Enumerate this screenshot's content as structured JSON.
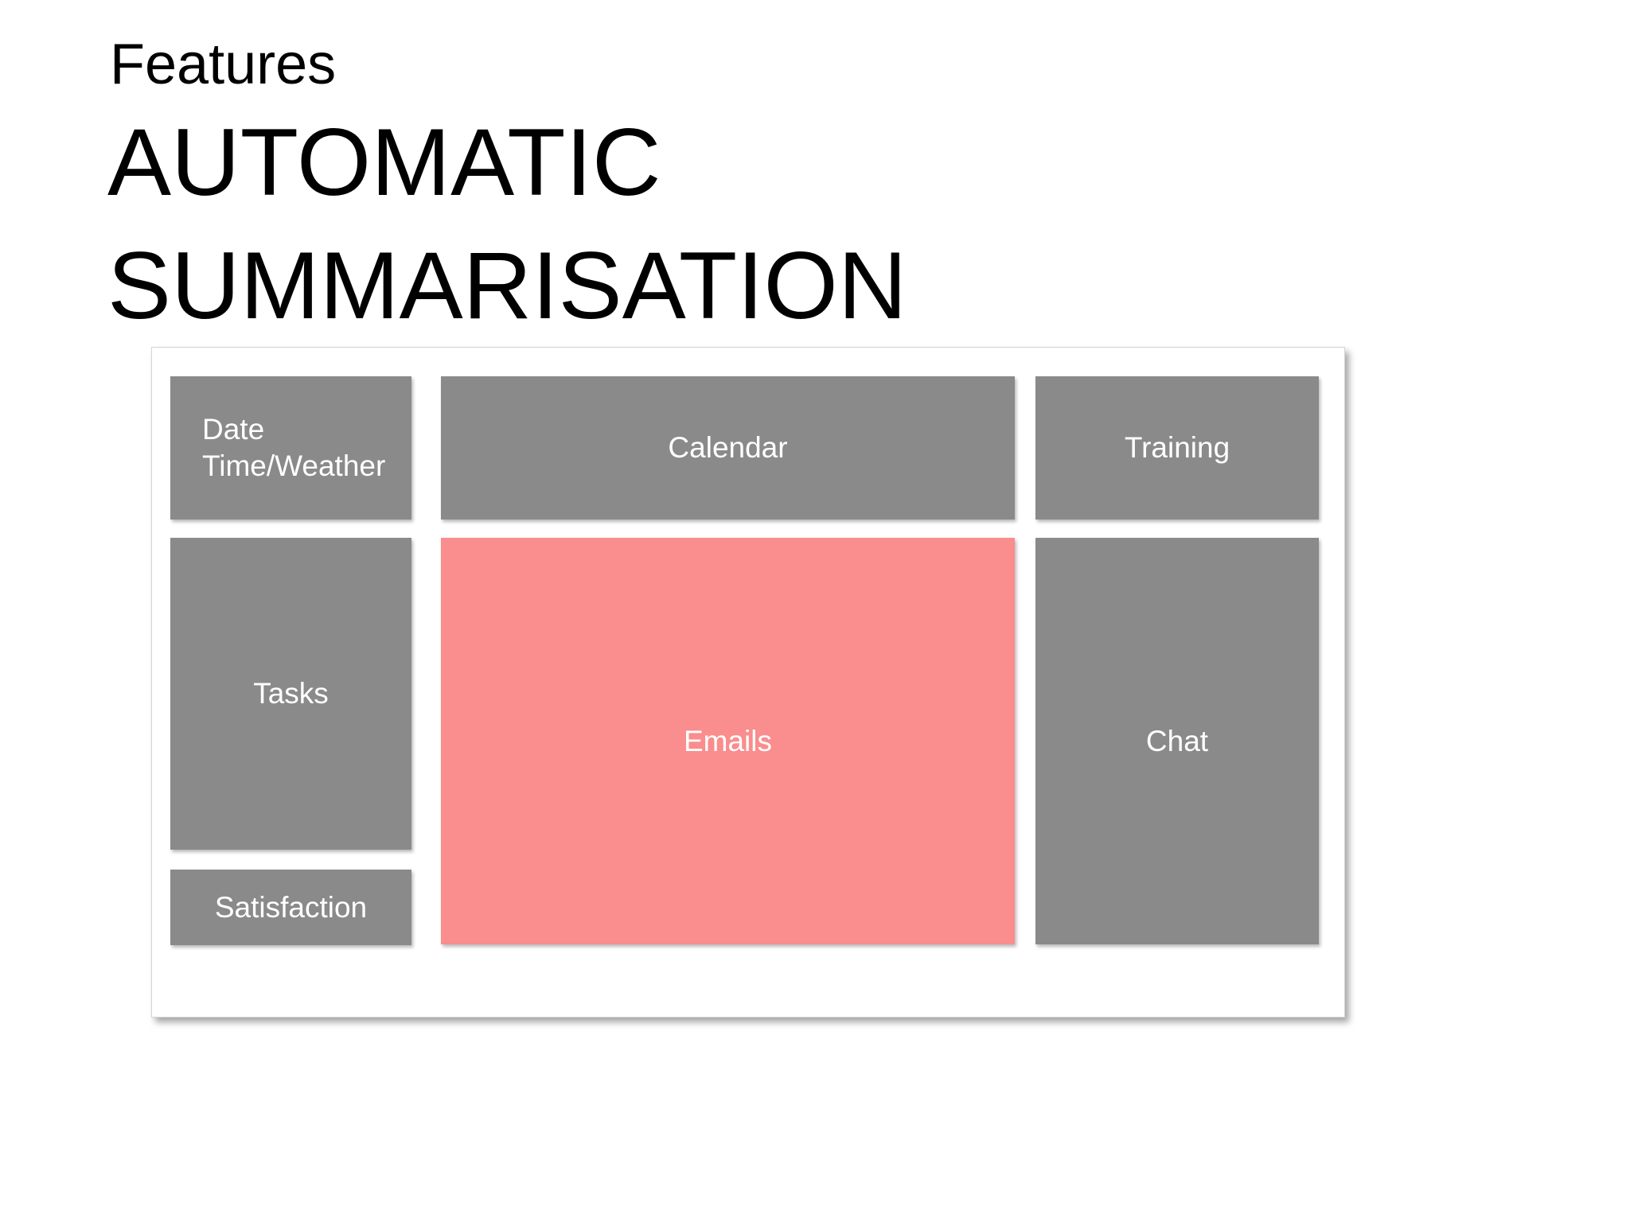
{
  "slide": {
    "kicker": "Features",
    "title_line1": "AUTOMATIC",
    "title_line2": "SUMMARISATION"
  },
  "mockup": {
    "tiles": [
      {
        "id": "date-time-weather",
        "label_line1": "Date",
        "label_line2": "Time/Weather"
      },
      {
        "id": "calendar",
        "label": "Calendar"
      },
      {
        "id": "training",
        "label": "Training"
      },
      {
        "id": "tasks",
        "label": "Tasks"
      },
      {
        "id": "emails",
        "label": "Emails",
        "highlighted": true
      },
      {
        "id": "chat",
        "label": "Chat"
      },
      {
        "id": "satisfaction",
        "label": "Satisfaction"
      }
    ]
  },
  "colors": {
    "tile_gray": "#8a8a8a",
    "accent_pink": "#fa8d8d",
    "label_text": "#ffffff",
    "title_text": "#000000",
    "panel_border": "#d4d4d4"
  }
}
